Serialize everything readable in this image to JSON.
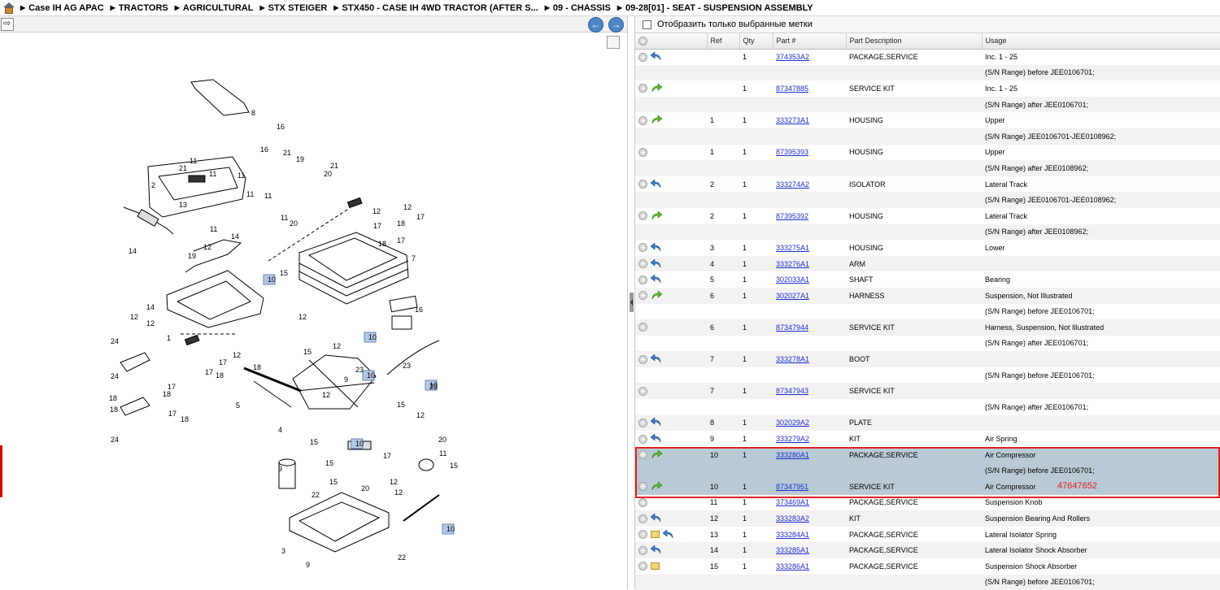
{
  "breadcrumb": [
    "Case IH AG APAC",
    "TRACTORS",
    "AGRICULTURAL",
    "STX STEIGER",
    "STX450 - CASE IH 4WD TRACTOR (AFTER S...",
    "09 - CHASSIS",
    "09-28[01] - SEAT - SUSPENSION ASSEMBLY"
  ],
  "filter": {
    "label": "Отобразить только выбранные метки",
    "checked": false
  },
  "columns": {
    "ref": "Ref",
    "qty": "Qty",
    "part": "Part #",
    "desc": "Part Description",
    "usage": "Usage"
  },
  "rows": [
    {
      "icon": "back",
      "ref": "",
      "qty": "1",
      "part": "374353A2",
      "desc": "PACKAGE,SERVICE",
      "usage": "Inc. 1 - 25",
      "sel": false
    },
    {
      "icon": "",
      "ref": "",
      "qty": "",
      "part": "",
      "desc": "",
      "usage": "(S/N Range) before JEE0106701;",
      "sel": false
    },
    {
      "icon": "fwd",
      "ref": "",
      "qty": "1",
      "part": "87347885",
      "desc": "SERVICE KIT",
      "usage": "Inc. 1 - 25",
      "sel": false
    },
    {
      "icon": "",
      "ref": "",
      "qty": "",
      "part": "",
      "desc": "",
      "usage": "(S/N Range) after JEE0106701;",
      "sel": false
    },
    {
      "icon": "fwd",
      "ref": "1",
      "qty": "1",
      "part": "333273A1",
      "desc": "HOUSING",
      "usage": "Upper",
      "sel": false
    },
    {
      "icon": "",
      "ref": "",
      "qty": "",
      "part": "",
      "desc": "",
      "usage": "(S/N Range) JEE0106701-JEE0108962;",
      "sel": false
    },
    {
      "icon": "none",
      "ref": "1",
      "qty": "1",
      "part": "87395393",
      "desc": "HOUSING",
      "usage": "Upper",
      "sel": false
    },
    {
      "icon": "",
      "ref": "",
      "qty": "",
      "part": "",
      "desc": "",
      "usage": "(S/N Range) after JEE0108962;",
      "sel": false
    },
    {
      "icon": "back",
      "ref": "2",
      "qty": "1",
      "part": "333274A2",
      "desc": "ISOLATOR",
      "usage": "Lateral Track",
      "sel": false
    },
    {
      "icon": "",
      "ref": "",
      "qty": "",
      "part": "",
      "desc": "",
      "usage": "(S/N Range) JEE0106701-JEE0108962;",
      "sel": false
    },
    {
      "icon": "fwd",
      "ref": "2",
      "qty": "1",
      "part": "87395392",
      "desc": "HOUSING",
      "usage": "Lateral Track",
      "sel": false
    },
    {
      "icon": "",
      "ref": "",
      "qty": "",
      "part": "",
      "desc": "",
      "usage": "(S/N Range) after JEE0108962;",
      "sel": false
    },
    {
      "icon": "back",
      "ref": "3",
      "qty": "1",
      "part": "333275A1",
      "desc": "HOUSING",
      "usage": "Lower",
      "sel": false
    },
    {
      "icon": "back",
      "ref": "4",
      "qty": "1",
      "part": "333276A1",
      "desc": "ARM",
      "usage": "",
      "sel": false
    },
    {
      "icon": "back",
      "ref": "5",
      "qty": "1",
      "part": "302033A1",
      "desc": "SHAFT",
      "usage": "Bearing",
      "sel": false
    },
    {
      "icon": "fwd",
      "ref": "6",
      "qty": "1",
      "part": "302027A1",
      "desc": "HARNESS",
      "usage": "Suspension, Not Illustrated",
      "sel": false
    },
    {
      "icon": "",
      "ref": "",
      "qty": "",
      "part": "",
      "desc": "",
      "usage": "(S/N Range) before JEE0106701;",
      "sel": false
    },
    {
      "icon": "none",
      "ref": "6",
      "qty": "1",
      "part": "87347944",
      "desc": "SERVICE KIT",
      "usage": "Harness, Suspension, Not Illustrated",
      "sel": false
    },
    {
      "icon": "",
      "ref": "",
      "qty": "",
      "part": "",
      "desc": "",
      "usage": "(S/N Range) after JEE0106701;",
      "sel": false
    },
    {
      "icon": "back",
      "ref": "7",
      "qty": "1",
      "part": "333278A1",
      "desc": "BOOT",
      "usage": "",
      "sel": false
    },
    {
      "icon": "",
      "ref": "",
      "qty": "",
      "part": "",
      "desc": "",
      "usage": "(S/N Range) before JEE0106701;",
      "sel": false
    },
    {
      "icon": "none",
      "ref": "7",
      "qty": "1",
      "part": "87347943",
      "desc": "SERVICE KIT",
      "usage": "",
      "sel": false
    },
    {
      "icon": "",
      "ref": "",
      "qty": "",
      "part": "",
      "desc": "",
      "usage": "(S/N Range) after JEE0106701;",
      "sel": false
    },
    {
      "icon": "back",
      "ref": "8",
      "qty": "1",
      "part": "302029A2",
      "desc": "PLATE",
      "usage": "",
      "sel": false
    },
    {
      "icon": "back",
      "ref": "9",
      "qty": "1",
      "part": "333279A2",
      "desc": "KIT",
      "usage": "Air Spring",
      "sel": false
    },
    {
      "icon": "fwd",
      "ref": "10",
      "qty": "1",
      "part": "333280A1",
      "desc": "PACKAGE,SERVICE",
      "usage": "Air Compressor",
      "sel": true
    },
    {
      "icon": "",
      "ref": "",
      "qty": "",
      "part": "",
      "desc": "",
      "usage": "(S/N Range) before JEE0106701;",
      "sel": true
    },
    {
      "icon": "fwd",
      "ref": "10",
      "qty": "1",
      "part": "87347951",
      "desc": "SERVICE KIT",
      "usage": "Air Compressor",
      "sel": true
    },
    {
      "icon": "none",
      "ref": "11",
      "qty": "1",
      "part": "373469A1",
      "desc": "PACKAGE,SERVICE",
      "usage": "Suspension Knob",
      "sel": false
    },
    {
      "icon": "back",
      "ref": "12",
      "qty": "1",
      "part": "333283A2",
      "desc": "KIT",
      "usage": "Suspension Bearing And Rollers",
      "sel": false
    },
    {
      "icon": "noteback",
      "ref": "13",
      "qty": "1",
      "part": "333284A1",
      "desc": "PACKAGE,SERVICE",
      "usage": "Lateral Isolator Spring",
      "sel": false
    },
    {
      "icon": "back",
      "ref": "14",
      "qty": "1",
      "part": "333285A1",
      "desc": "PACKAGE,SERVICE",
      "usage": "Lateral Isolator Shock Absorber",
      "sel": false
    },
    {
      "icon": "note",
      "ref": "15",
      "qty": "1",
      "part": "333286A1",
      "desc": "PACKAGE,SERVICE",
      "usage": "Suspension Shock Absorber",
      "sel": false
    },
    {
      "icon": "",
      "ref": "",
      "qty": "",
      "part": "",
      "desc": "",
      "usage": "(S/N Range) before JEE0106701;",
      "sel": false
    }
  ],
  "selection_id": "47647652",
  "diagram_labels": [
    "1",
    "2",
    "3",
    "4",
    "5",
    "7",
    "8",
    "9",
    "9",
    "9",
    "10",
    "10",
    "10",
    "10",
    "10",
    "10",
    "11",
    "11",
    "11",
    "11",
    "11",
    "11",
    "11",
    "11",
    "12",
    "12",
    "12",
    "12",
    "12",
    "12",
    "12",
    "12",
    "12",
    "12",
    "12",
    "12",
    "13",
    "14",
    "14",
    "14",
    "15",
    "15",
    "15",
    "15",
    "15",
    "15",
    "15",
    "16",
    "16",
    "16",
    "17",
    "17",
    "17",
    "17",
    "17",
    "17",
    "17",
    "17",
    "18",
    "18",
    "18",
    "18",
    "18",
    "18",
    "18",
    "18",
    "19",
    "19",
    "20",
    "20",
    "20",
    "20",
    "21",
    "21",
    "21",
    "22",
    "22",
    "23",
    "23",
    "23",
    "24",
    "24",
    "24"
  ],
  "colors": {
    "selected_row": "#b9cad6",
    "link": "#1a2ecc",
    "highlight_border": "#e02020",
    "callout_box": "#b5c7e6"
  }
}
